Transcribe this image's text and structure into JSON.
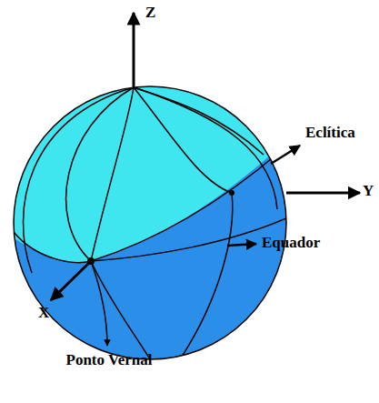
{
  "diagram": {
    "labels": [
      "Z",
      "Eclítica",
      "Y",
      "Equador",
      "X",
      "Ponto Vernal"
    ]
  }
}
